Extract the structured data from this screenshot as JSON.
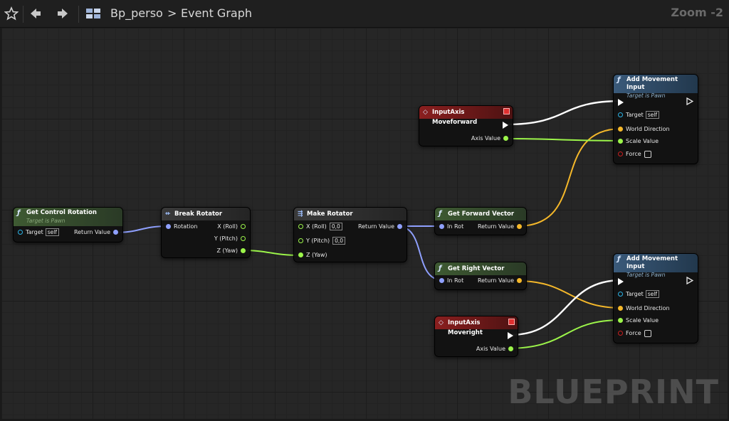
{
  "toolbar": {
    "favorite_icon": "star-icon",
    "back_icon": "arrow-left-icon",
    "forward_icon": "arrow-right-icon",
    "blueprint_icon": "blueprint-grid-icon",
    "crumb_blueprint": "Bp_perso",
    "crumb_separator": ">",
    "crumb_graph": "Event Graph",
    "zoom": "Zoom -2"
  },
  "watermark": "BLUEPRINT",
  "colors": {
    "exec": "#ffffff",
    "rotator": "#8fa0ff",
    "float": "#9cf54a",
    "vector": "#f5b82a",
    "object": "#2bb3e6",
    "bool": "#c81f1f"
  },
  "nodes": {
    "get_control_rotation": {
      "title": "Get Control Rotation",
      "subtitle": "Target is Pawn",
      "target": "Target",
      "self": "self",
      "return": "Return Value"
    },
    "break_rotator": {
      "title": "Break Rotator",
      "rotation": "Rotation",
      "x": "X (Roll)",
      "y": "Y (Pitch)",
      "z": "Z (Yaw)"
    },
    "make_rotator": {
      "title": "Make Rotator",
      "x": "X (Roll)",
      "x_val": "0,0",
      "y": "Y (Pitch)",
      "y_val": "0,0",
      "z": "Z (Yaw)",
      "return": "Return Value"
    },
    "get_forward_vector": {
      "title": "Get Forward Vector",
      "in_rot": "In Rot",
      "return": "Return Value"
    },
    "get_right_vector": {
      "title": "Get Right Vector",
      "in_rot": "In Rot",
      "return": "Return Value"
    },
    "input_moveforward": {
      "title": "InputAxis Moveforward",
      "axis": "Axis Value"
    },
    "input_moveright": {
      "title": "InputAxis Moveright",
      "axis": "Axis Value"
    },
    "add_movement_1": {
      "title": "Add Movement Input",
      "subtitle": "Target is Pawn",
      "target": "Target",
      "self": "self",
      "world_dir": "World Direction",
      "scale": "Scale Value",
      "force": "Force"
    },
    "add_movement_2": {
      "title": "Add Movement Input",
      "subtitle": "Target is Pawn",
      "target": "Target",
      "self": "self",
      "world_dir": "World Direction",
      "scale": "Scale Value",
      "force": "Force"
    }
  }
}
